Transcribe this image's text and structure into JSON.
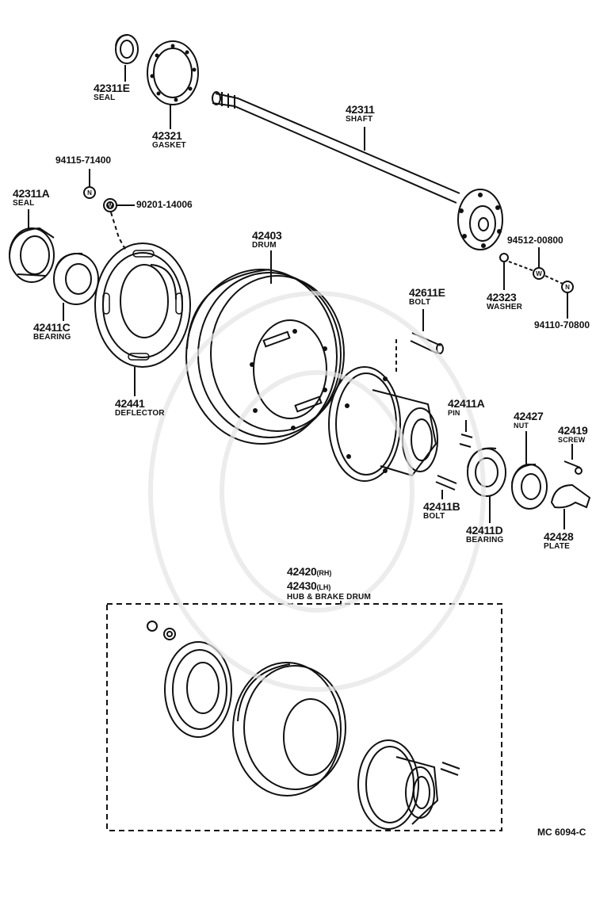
{
  "parts": {
    "p42311E": {
      "number": "42311E",
      "name": "SEAL"
    },
    "p42321": {
      "number": "42321",
      "name": "GASKET"
    },
    "p42311": {
      "number": "42311",
      "name": "SHAFT"
    },
    "p94115": {
      "number": "94115-71400"
    },
    "p42311A": {
      "number": "42311A",
      "name": "SEAL"
    },
    "p90201": {
      "number": "90201-14006"
    },
    "p42403": {
      "number": "42403",
      "name": "DRUM"
    },
    "p94512": {
      "number": "94512-00800"
    },
    "p42323": {
      "number": "42323",
      "name": "WASHER"
    },
    "p94110": {
      "number": "94110-70800"
    },
    "p42611E": {
      "number": "42611E",
      "name": "BOLT"
    },
    "p42411C": {
      "number": "42411C",
      "name": "BEARING"
    },
    "p42441": {
      "number": "42441",
      "name": "DEFLECTOR"
    },
    "p42411A": {
      "number": "42411A",
      "name": "PIN"
    },
    "p42427": {
      "number": "42427",
      "name": "NUT"
    },
    "p42419": {
      "number": "42419",
      "name": "SCREW"
    },
    "p42411B": {
      "number": "42411B",
      "name": "BOLT"
    },
    "p42411D": {
      "number": "42411D",
      "name": "BEARING"
    },
    "p42428": {
      "number": "42428",
      "name": "PLATE"
    }
  },
  "assembly": {
    "rh_number": "42420",
    "rh_suffix": "(RH)",
    "lh_number": "42430",
    "lh_suffix": "(LH)",
    "name": "HUB & BRAKE DRUM"
  },
  "footer": {
    "code": "MC  6094-C"
  },
  "symbols": {
    "n": "N",
    "w": "W"
  },
  "colors": {
    "ink": "#111111",
    "paper": "#ffffff"
  }
}
